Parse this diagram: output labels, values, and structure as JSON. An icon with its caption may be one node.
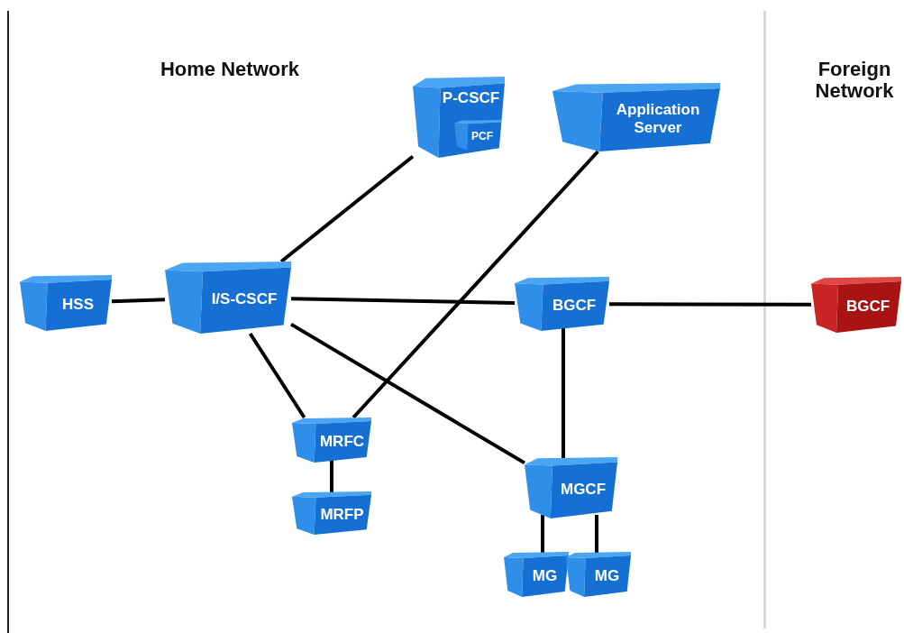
{
  "diagram": {
    "nodes": [
      {
        "text": [
          "P-CSCF"
        ]
      },
      {
        "text": [
          "PCF"
        ],
        "in": 0
      },
      {
        "text": [
          "Application Server"
        ]
      },
      {
        "text": [
          "HSS"
        ]
      },
      {
        "text": [
          "I/S-CSCF"
        ]
      },
      {
        "text": [
          "BGCF"
        ]
      },
      {
        "text": [
          "BGCF"
        ]
      },
      {
        "text": [
          "MRFC"
        ]
      },
      {
        "text": [
          "MRFP"
        ]
      },
      {
        "text": [
          "MGCF"
        ]
      },
      {
        "text": [
          "MG"
        ]
      },
      {
        "text": [
          "MG"
        ]
      }
    ],
    "edges": [
      {
        "from": 3,
        "to": 4,
        "arrow": "none"
      },
      {
        "from": 4,
        "to": 0,
        "arrow": "none"
      },
      {
        "from": 4,
        "to": 5,
        "arrow": "none"
      },
      {
        "from": 5,
        "to": 6,
        "arrow": "none"
      },
      {
        "from": 4,
        "to": 7,
        "arrow": "none"
      },
      {
        "from": 4,
        "to": 9,
        "arrow": "none"
      },
      {
        "from": 2,
        "to": 7,
        "arrow": "none"
      },
      {
        "from": 5,
        "to": 9,
        "arrow": "none"
      },
      {
        "from": 7,
        "to": 8,
        "arrow": "none"
      },
      {
        "from": 9,
        "to": 10,
        "arrow": "none"
      },
      {
        "from": 9,
        "to": 11,
        "arrow": "none"
      }
    ],
    "labels": [
      "Home Network",
      "Foreign Network"
    ]
  }
}
